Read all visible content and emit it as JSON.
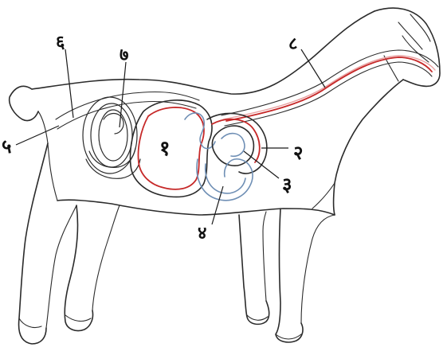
{
  "diagram": {
    "labels": {
      "l1": "१",
      "l2": "२",
      "l3": "३",
      "l4": "४",
      "l5": "५",
      "l6": "६",
      "l7": "७",
      "l8": "८"
    },
    "colors": {
      "outline": "#2b2b2b",
      "food_path": "#c62828",
      "abomasum_tint": "#6f8fb5",
      "esophagus_fill": "#e8a0a0"
    }
  }
}
